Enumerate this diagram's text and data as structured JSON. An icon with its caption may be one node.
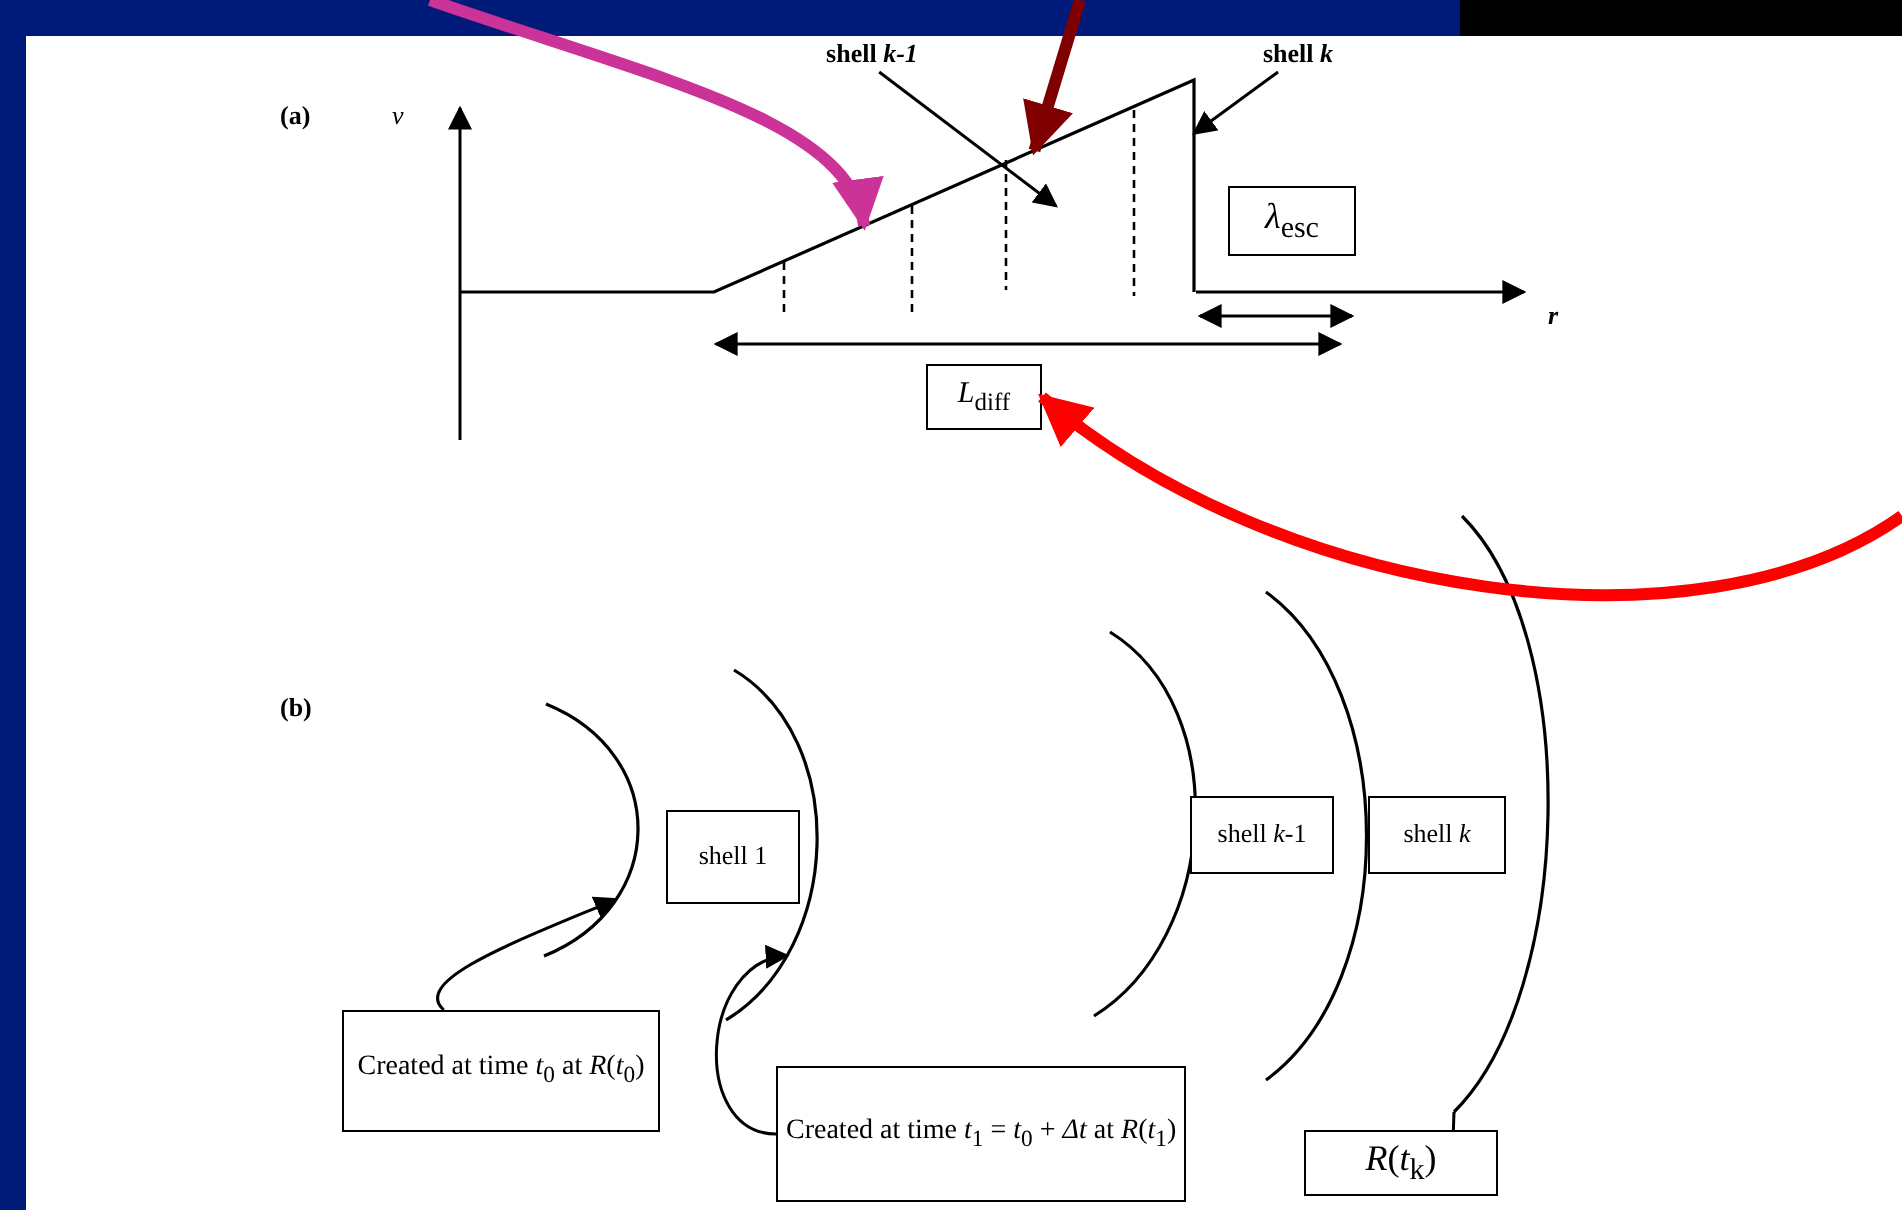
{
  "diagram": {
    "nodes": [
      {
        "text": [
          "shell *k-1*"
        ]
      },
      {
        "text": [
          "shell *k*"
        ]
      },
      {
        "text": [
          "*λ*$_{esc}$"
        ]
      },
      {
        "text": [
          "*L*$_{diff}$"
        ]
      },
      {
        "text": [],
        "shape": "line"
      },
      {
        "text": [],
        "shape": "arc"
      },
      {
        "text": [
          "shell 1"
        ]
      },
      {
        "text": [],
        "shape": "arc"
      },
      {
        "text": [],
        "shape": "arc"
      },
      {
        "text": [
          "shell *k*-1"
        ]
      },
      {
        "text": [],
        "shape": "arc"
      },
      {
        "text": [
          "shell *k*"
        ]
      },
      {
        "text": [],
        "shape": "arc"
      },
      {
        "text": [
          "Created at time *t*$_{0}$ at *R*(*t*$_{0}$)"
        ]
      },
      {
        "text": [
          "Created at time *t*$_{1}$ = *t*$_{0}$ + *Δt* at *R*(*t*$_{1}$)"
        ]
      },
      {
        "text": [
          "*R*(*t*$_{k}$)"
        ]
      }
    ],
    "edges": [
      {
        "from": 0,
        "to": 4,
        "arrow": "to"
      },
      {
        "from": 1,
        "to": 4,
        "arrow": "to"
      },
      {
        "from": null,
        "to": 4,
        "arrow": "to",
        "style": "thick",
        "color": "#cc3399"
      },
      {
        "from": null,
        "to": 4,
        "arrow": "to",
        "style": "thick",
        "color": "#800000"
      },
      {
        "from": null,
        "to": 3,
        "arrow": "to",
        "style": "thick",
        "color": "#ff0000"
      },
      {
        "from": 13,
        "to": 5,
        "arrow": "to"
      },
      {
        "from": 14,
        "to": 7,
        "arrow": "to"
      },
      {
        "from": 15,
        "to": 12,
        "arrow": "none"
      }
    ],
    "labels": [
      "(a)",
      "ν",
      "r",
      "(b)"
    ]
  }
}
